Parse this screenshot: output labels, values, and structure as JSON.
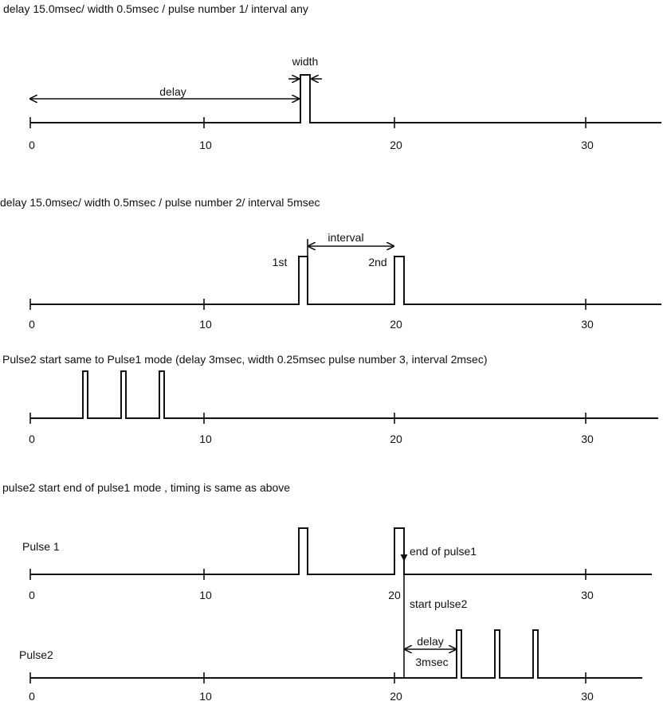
{
  "diagrams": [
    {
      "id": "d1",
      "caption": "delay 15.0msec/  width 0.5msec / pulse number 1/ interval any",
      "labels": {
        "width": "width",
        "delay": "delay"
      },
      "ticks": [
        "0",
        "10",
        "20",
        "30"
      ]
    },
    {
      "id": "d2",
      "caption": "delay 15.0msec/  width 0.5msec / pulse number 2/ interval 5msec",
      "labels": {
        "interval": "interval",
        "first": "1st",
        "second": "2nd"
      },
      "ticks": [
        "0",
        "10",
        "20",
        "30"
      ]
    },
    {
      "id": "d3",
      "caption": "Pulse2 start same to Pulse1 mode (delay 3msec, width 0.25msec pulse number 3, interval 2msec)",
      "ticks": [
        "0",
        "10",
        "20",
        "30"
      ]
    },
    {
      "id": "d4",
      "caption": "pulse2 start end of pulse1 mode , timing is same as above",
      "labels": {
        "pulse1": "Pulse 1",
        "pulse2": "Pulse2",
        "end_of_pulse1": "end of pulse1",
        "start_pulse2": "start pulse2",
        "delay": "delay",
        "delay_value": "3msec"
      },
      "ticks_top": [
        "0",
        "10",
        "20",
        "30"
      ],
      "ticks_bottom": [
        "0",
        "10",
        "20",
        "30"
      ]
    }
  ]
}
